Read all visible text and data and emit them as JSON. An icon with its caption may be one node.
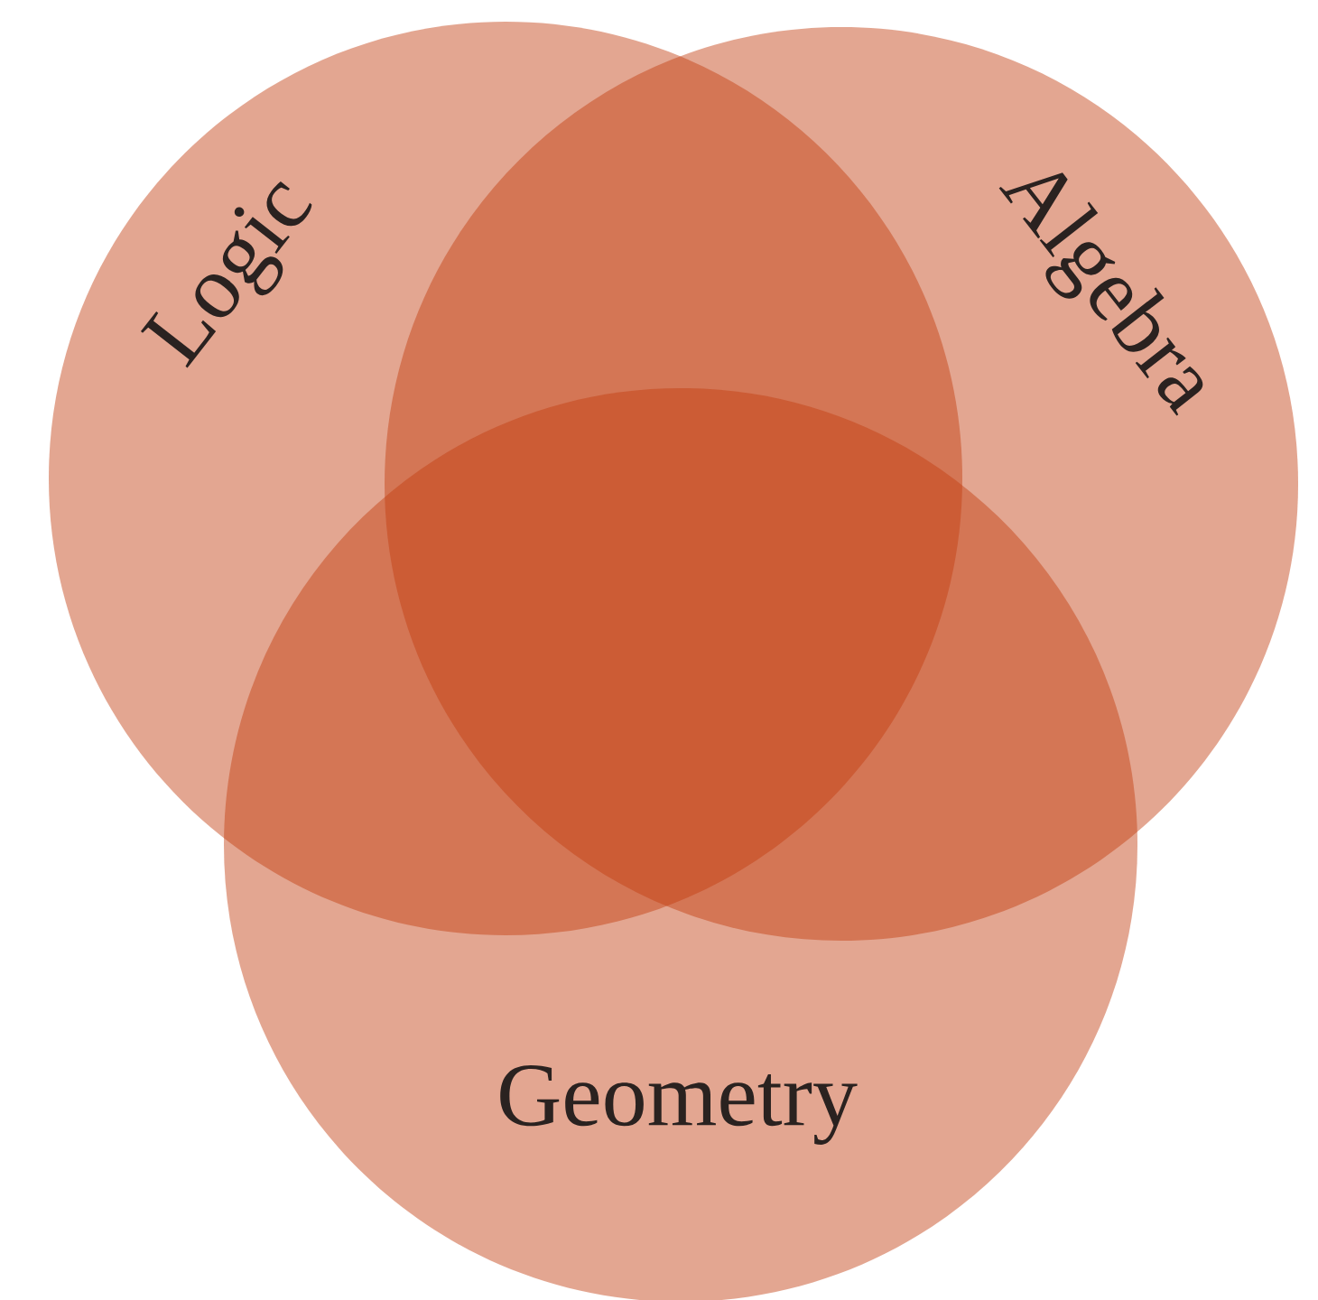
{
  "diagram": {
    "nodes": [
      {
        "text": [
          "Logic"
        ]
      },
      {
        "text": [
          "Algebra"
        ]
      },
      {
        "text": [
          "Geometry"
        ]
      }
    ]
  }
}
